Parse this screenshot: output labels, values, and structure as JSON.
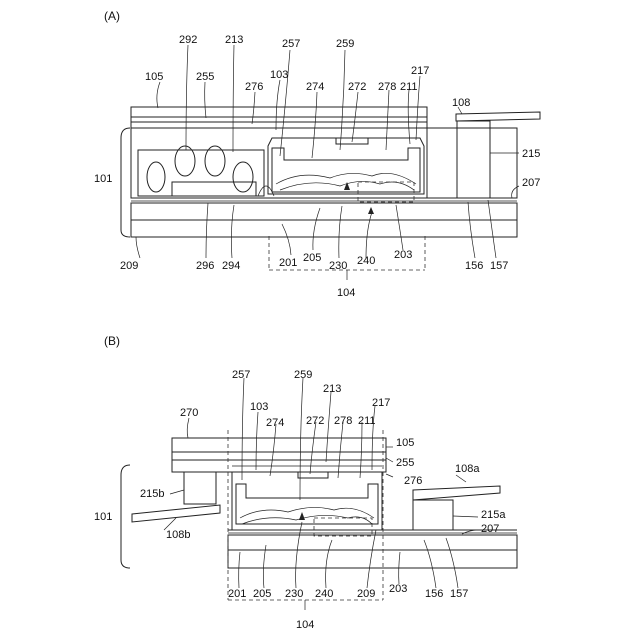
{
  "panels": {
    "a": {
      "label": "(A)",
      "refs": [
        "292",
        "213",
        "257",
        "259",
        "105",
        "255",
        "276",
        "103",
        "274",
        "272",
        "278",
        "211",
        "217",
        "108",
        "215",
        "101",
        "207",
        "209",
        "296",
        "294",
        "201",
        "205",
        "230",
        "240",
        "203",
        "156",
        "157",
        "104"
      ]
    },
    "b": {
      "label": "(B)",
      "refs": [
        "257",
        "259",
        "213",
        "217",
        "270",
        "103",
        "274",
        "272",
        "278",
        "211",
        "105",
        "255",
        "276",
        "108a",
        "215b",
        "215a",
        "101",
        "108b",
        "207",
        "201",
        "205",
        "230",
        "240",
        "209",
        "203",
        "156",
        "157",
        "104"
      ]
    }
  }
}
